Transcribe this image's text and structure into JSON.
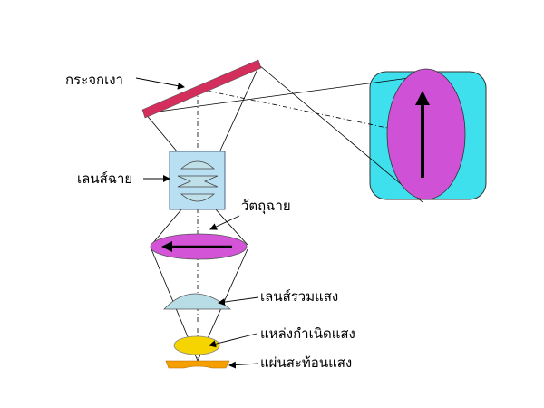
{
  "labels": {
    "mirror": "กระจกเงา",
    "projection_lens": "เลนส์ฉาย",
    "object": "วัตถุฉาย",
    "condenser": "เลนส์รวมแสง",
    "light_source": "แหล่งกำเนิดแสง",
    "reflector": "แผ่นสะท้อนแสง"
  },
  "colors": {
    "mirror": "#d42e5c",
    "lens_box": "#b9dff2",
    "lens_glass": "#bfe0e8",
    "object": "#d454d8",
    "condenser": "#b8dde6",
    "light_source": "#f6d400",
    "reflector": "#f5a000",
    "screen": "#3fe0ee",
    "image": "#cf52d6"
  },
  "icons": {
    "object_arrow": "left-arrow-icon",
    "image_arrow": "up-arrow-icon"
  }
}
